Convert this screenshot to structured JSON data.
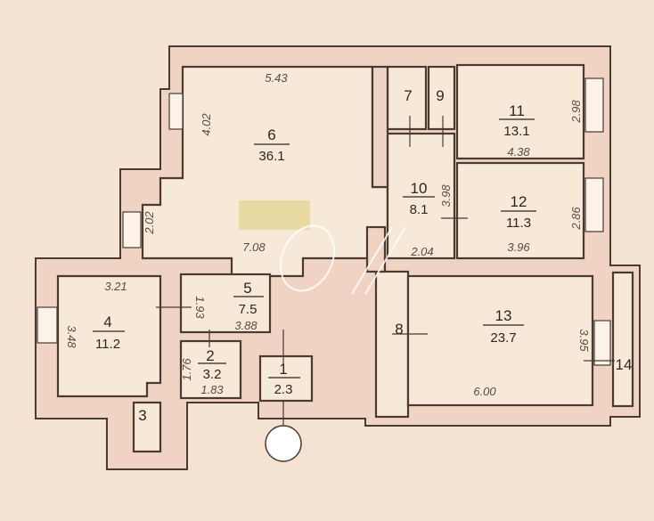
{
  "rooms": [
    {
      "id": "1",
      "area": "2.3"
    },
    {
      "id": "2",
      "area": "3.2"
    },
    {
      "id": "3"
    },
    {
      "id": "4",
      "area": "11.2"
    },
    {
      "id": "5",
      "area": "7.5"
    },
    {
      "id": "6",
      "area": "36.1"
    },
    {
      "id": "7"
    },
    {
      "id": "8"
    },
    {
      "id": "9"
    },
    {
      "id": "10",
      "area": "8.1"
    },
    {
      "id": "11",
      "area": "13.1"
    },
    {
      "id": "12",
      "area": "11.3"
    },
    {
      "id": "13",
      "area": "23.7"
    },
    {
      "id": "14"
    }
  ],
  "dimensions": [
    "5.43",
    "4.02",
    "2.02",
    "7.08",
    "2.98",
    "4.38",
    "3.98",
    "2.86",
    "3.96",
    "2.04",
    "3.21",
    "1.93",
    "3.88",
    "3.48",
    "1.76",
    "1.83",
    "3.95",
    "6.00"
  ],
  "colors": {
    "wall": "#4a3a32",
    "background": "#f4e2d2",
    "room": "#f7e9d8",
    "highlight": "#e9d9a2"
  }
}
